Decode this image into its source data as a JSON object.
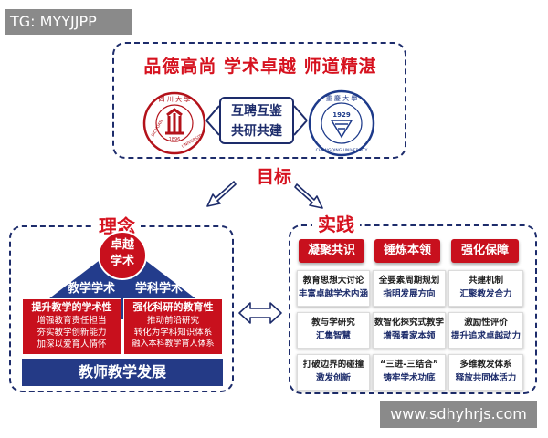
{
  "watermark": {
    "top_left": "TG: MYYJJPP",
    "bottom_right": "www.sdhyhrjs.com"
  },
  "top": {
    "motto": "品德高尚 学术卓越 师道精湛",
    "center_lines": [
      "互聘互鉴",
      "共研共建"
    ],
    "goal": "目标"
  },
  "left_panel": {
    "title": "理念",
    "apex": [
      "卓越",
      "学术"
    ],
    "columns": [
      {
        "label": "教学学术",
        "heading": "提升教学的学术性",
        "lines": [
          "增强教育责任担当",
          "夯实教学创新能力",
          "加深以爱育人情怀"
        ]
      },
      {
        "label": "学科学术",
        "heading": "强化科研的教育性",
        "lines": [
          "推动前沿研究",
          "转化为学科知识体系",
          "融入本科教学育人体系"
        ]
      }
    ],
    "base": "教师教学发展"
  },
  "right_panel": {
    "title": "实践",
    "categories": [
      "凝聚共识",
      "锤炼本领",
      "强化保障"
    ],
    "cards": [
      [
        "教育思想大讨论",
        "丰富卓越学术内涵"
      ],
      [
        "全要素周期规划",
        "指明发展方向"
      ],
      [
        "共建机制",
        "汇聚教发合力"
      ],
      [
        "教与学研究",
        "汇集智慧"
      ],
      [
        "数智化探究式教学",
        "增强看家本领"
      ],
      [
        "激励性评价",
        "提升追求卓越动力"
      ],
      [
        "打破边界的碰撞",
        "激发创新"
      ],
      [
        "“三进-三结合”",
        "铸牢学术功底"
      ],
      [
        "多维教发体系",
        "释放共同体活力"
      ]
    ]
  },
  "colors": {
    "red": "#c8101d",
    "navy": "#243a86",
    "dark_navy": "#1d2c6b"
  },
  "logos": {
    "left": {
      "name": "sichuan-university-seal",
      "text": "SICHUAN UNIVERSITY",
      "year": "1896"
    },
    "right": {
      "name": "chongqing-university-seal",
      "text": "CHONGQING UNIVERSITY",
      "year": "1929"
    }
  }
}
